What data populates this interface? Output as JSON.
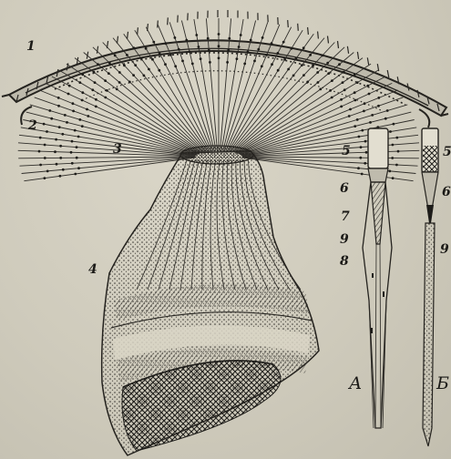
{
  "figure": {
    "eye_labels": [
      "1",
      "2",
      "3",
      "4"
    ],
    "ommatidium_a": {
      "caption": "А",
      "labels": [
        "5",
        "6",
        "7",
        "9",
        "8"
      ]
    },
    "ommatidium_b": {
      "caption": "Б",
      "labels": [
        "5",
        "6",
        "9"
      ]
    }
  }
}
